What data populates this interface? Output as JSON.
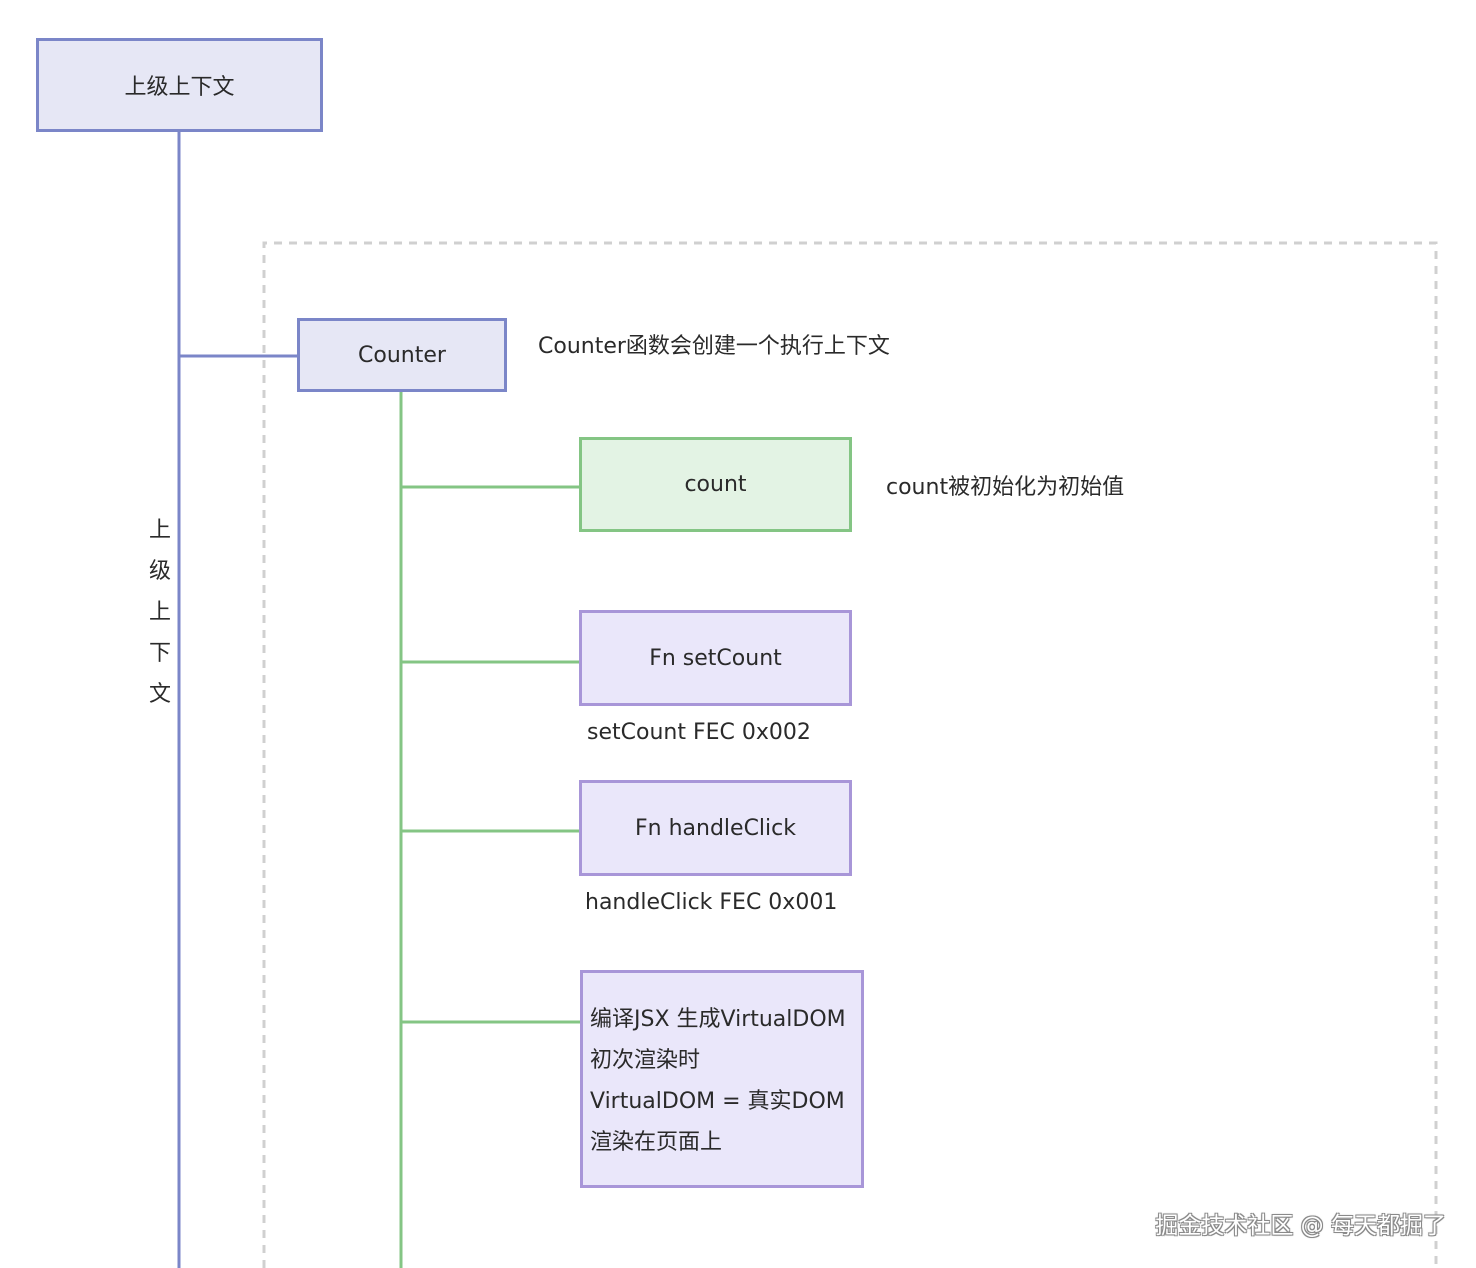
{
  "nodes": {
    "parent_context": "上级上下文",
    "counter": "Counter",
    "count": "count",
    "set_count": "Fn setCount",
    "handle_click": "Fn handleClick",
    "virtual_dom_lines": [
      "编译JSX 生成VirtualDOM",
      "初次渲染时",
      "VirtualDOM = 真实DOM",
      "渲染在页面上"
    ]
  },
  "annotations": {
    "counter_note": "Counter函数会创建一个执行上下文",
    "count_note": "count被初始化为初始值",
    "set_count_fec": "setCount FEC 0x002",
    "handle_click_fec": "handleClick FEC 0x001"
  },
  "vertical_label_chars": [
    "上",
    "级",
    "上",
    "下",
    "文"
  ],
  "watermark": "掘金技术社区 @ 每天都掘了",
  "colors": {
    "blue_border": "#7b86c8",
    "blue_fill": "#e6e7f5",
    "lavender_border": "#a896d8",
    "lavender_fill": "#eae7fa",
    "green_border": "#84c584",
    "green_fill": "#e3f3e4",
    "dashed_border": "#d0d0d0"
  }
}
